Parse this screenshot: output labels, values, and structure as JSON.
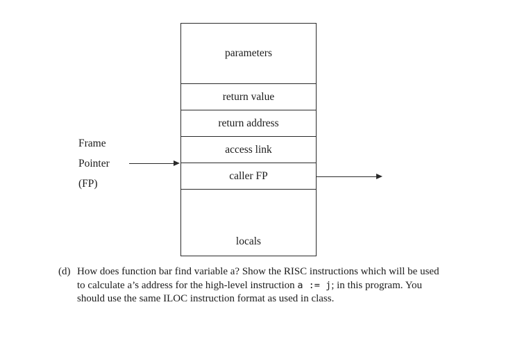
{
  "stack_diagram": {
    "cells": [
      {
        "label": "parameters"
      },
      {
        "label": "return value"
      },
      {
        "label": "return address"
      },
      {
        "label": "access link"
      },
      {
        "label": "caller FP"
      },
      {
        "label": "locals"
      }
    ],
    "fp": {
      "line1": "Frame",
      "line2": "Pointer",
      "line3": "(FP)"
    }
  },
  "question": {
    "marker": "(d)",
    "l1": "How does function bar find variable a? Show the RISC instructions which will be used",
    "l2_pre": "to calculate a’s address for the high-level instruction ",
    "l2_code": "a := j",
    "l2_post": "; in this program.  You",
    "l3": "should use the same ILOC instruction format as used in class."
  }
}
